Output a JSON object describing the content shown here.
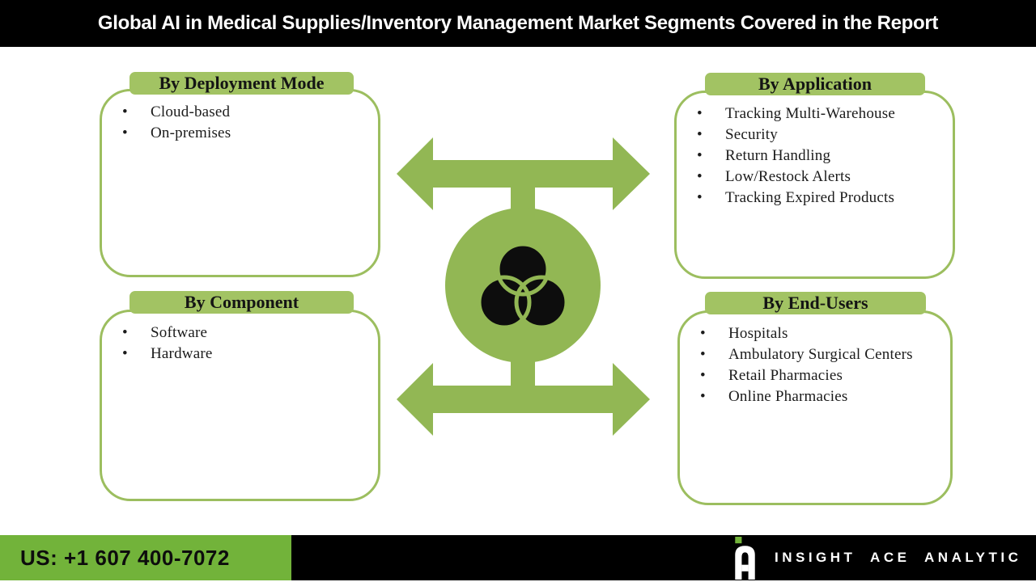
{
  "title_bar": {
    "title": "Global AI in Medical Supplies/Inventory Management Market Segments Covered in the Report"
  },
  "segments": {
    "deployment_mode": {
      "title": "By Deployment Mode",
      "items": [
        "Cloud-based",
        "On-premises"
      ]
    },
    "application": {
      "title": "By Application",
      "items": [
        "Tracking Multi-Warehouse",
        "Security",
        "Return Handling",
        "Low/Restock Alerts",
        "Tracking Expired Products"
      ]
    },
    "component": {
      "title": "By Component",
      "items": [
        "Software",
        "Hardware"
      ]
    },
    "end_users": {
      "title": "By End-Users",
      "items": [
        "Hospitals",
        "Ambulatory Surgical Centers",
        "Retail Pharmacies",
        "Online Pharmacies"
      ]
    }
  },
  "center_graphic": {
    "icon": "venn-diagram-icon",
    "arrows": "double-headed-horizontal-arrows"
  },
  "footer": {
    "phone": "US: +1 607 400-7072",
    "brand": "INSIGHT ACE ANALYTIC",
    "logo": "insight-ace-analytic-logo"
  },
  "colors": {
    "green_shape": "#92B754",
    "green_tab": "#A2C363",
    "green_border": "#9CBE5F",
    "green_footer": "#72B33A",
    "title_bg": "#000000",
    "title_text": "#FFFFFF"
  }
}
